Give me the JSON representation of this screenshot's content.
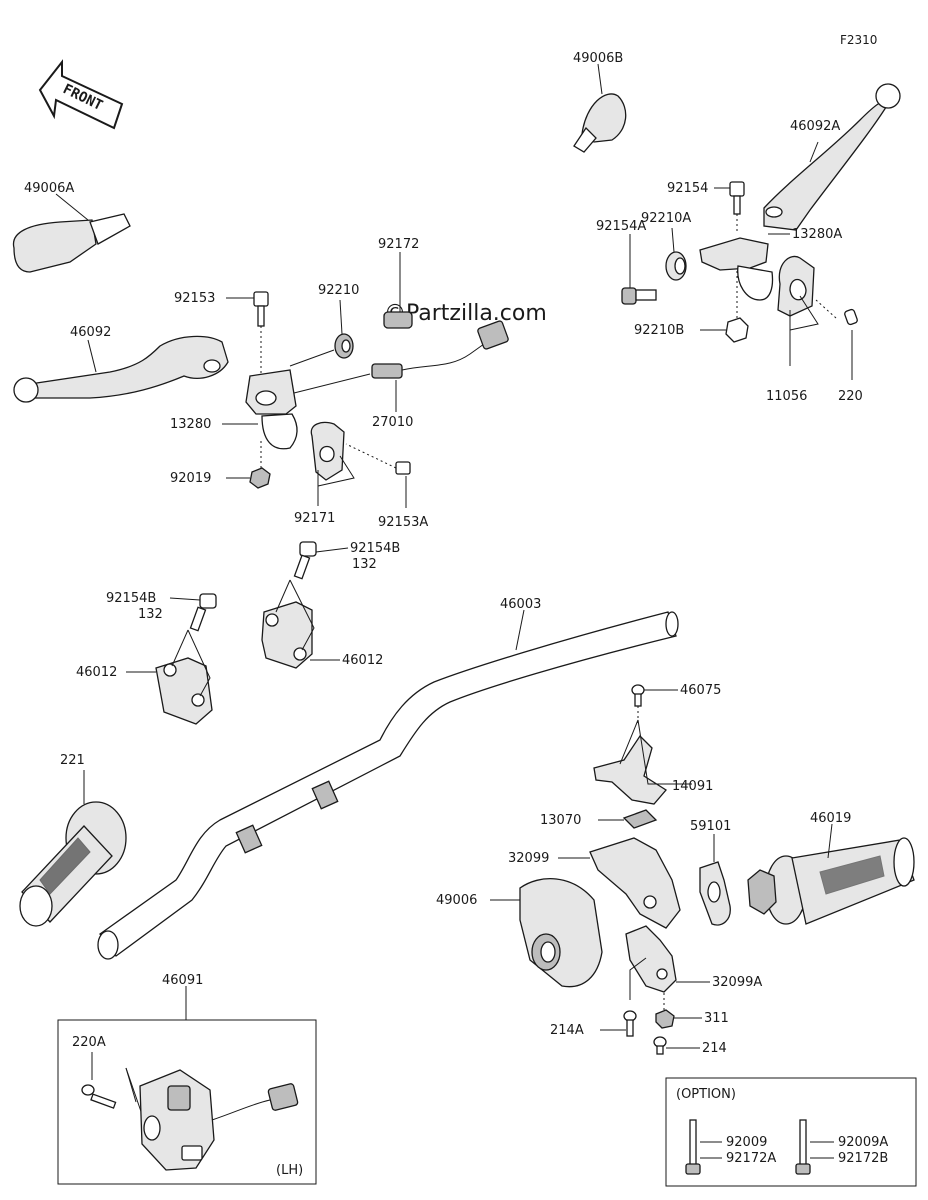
{
  "figure_code": "F2310",
  "front_arrow_label": "FRONT",
  "watermark": "©Partzilla.com",
  "parts": [
    {
      "id": "49006B",
      "label": "49006B"
    },
    {
      "id": "46092A",
      "label": "46092A"
    },
    {
      "id": "49006A",
      "label": "49006A"
    },
    {
      "id": "92154",
      "label": "92154"
    },
    {
      "id": "92210A",
      "label": "92210A"
    },
    {
      "id": "92154A",
      "label": "92154A"
    },
    {
      "id": "13280A",
      "label": "13280A"
    },
    {
      "id": "92210B",
      "label": "92210B"
    },
    {
      "id": "11056",
      "label": "11056"
    },
    {
      "id": "220",
      "label": "220"
    },
    {
      "id": "92172",
      "label": "92172"
    },
    {
      "id": "92153",
      "label": "92153"
    },
    {
      "id": "92210",
      "label": "92210"
    },
    {
      "id": "46092",
      "label": "46092"
    },
    {
      "id": "27010",
      "label": "27010"
    },
    {
      "id": "13280",
      "label": "13280"
    },
    {
      "id": "92019",
      "label": "92019"
    },
    {
      "id": "92171",
      "label": "92171"
    },
    {
      "id": "92153A",
      "label": "92153A"
    },
    {
      "id": "92154B-r",
      "label": "92154B"
    },
    {
      "id": "132-r",
      "label": "132"
    },
    {
      "id": "92154B-l",
      "label": "92154B"
    },
    {
      "id": "132-l",
      "label": "132"
    },
    {
      "id": "46003",
      "label": "46003"
    },
    {
      "id": "46012-l",
      "label": "46012"
    },
    {
      "id": "46012-r",
      "label": "46012"
    },
    {
      "id": "221",
      "label": "221"
    },
    {
      "id": "46075",
      "label": "46075"
    },
    {
      "id": "14091",
      "label": "14091"
    },
    {
      "id": "13070",
      "label": "13070"
    },
    {
      "id": "59101",
      "label": "59101"
    },
    {
      "id": "46019",
      "label": "46019"
    },
    {
      "id": "32099",
      "label": "32099"
    },
    {
      "id": "49006",
      "label": "49006"
    },
    {
      "id": "32099A",
      "label": "32099A"
    },
    {
      "id": "311",
      "label": "311"
    },
    {
      "id": "214A",
      "label": "214A"
    },
    {
      "id": "214",
      "label": "214"
    },
    {
      "id": "46091",
      "label": "46091"
    },
    {
      "id": "220A",
      "label": "220A"
    }
  ],
  "lh_box": {
    "label": "(LH)"
  },
  "option_box": {
    "title": "(OPTION)",
    "items": [
      "92009",
      "92172A",
      "92009A",
      "92172B"
    ]
  }
}
